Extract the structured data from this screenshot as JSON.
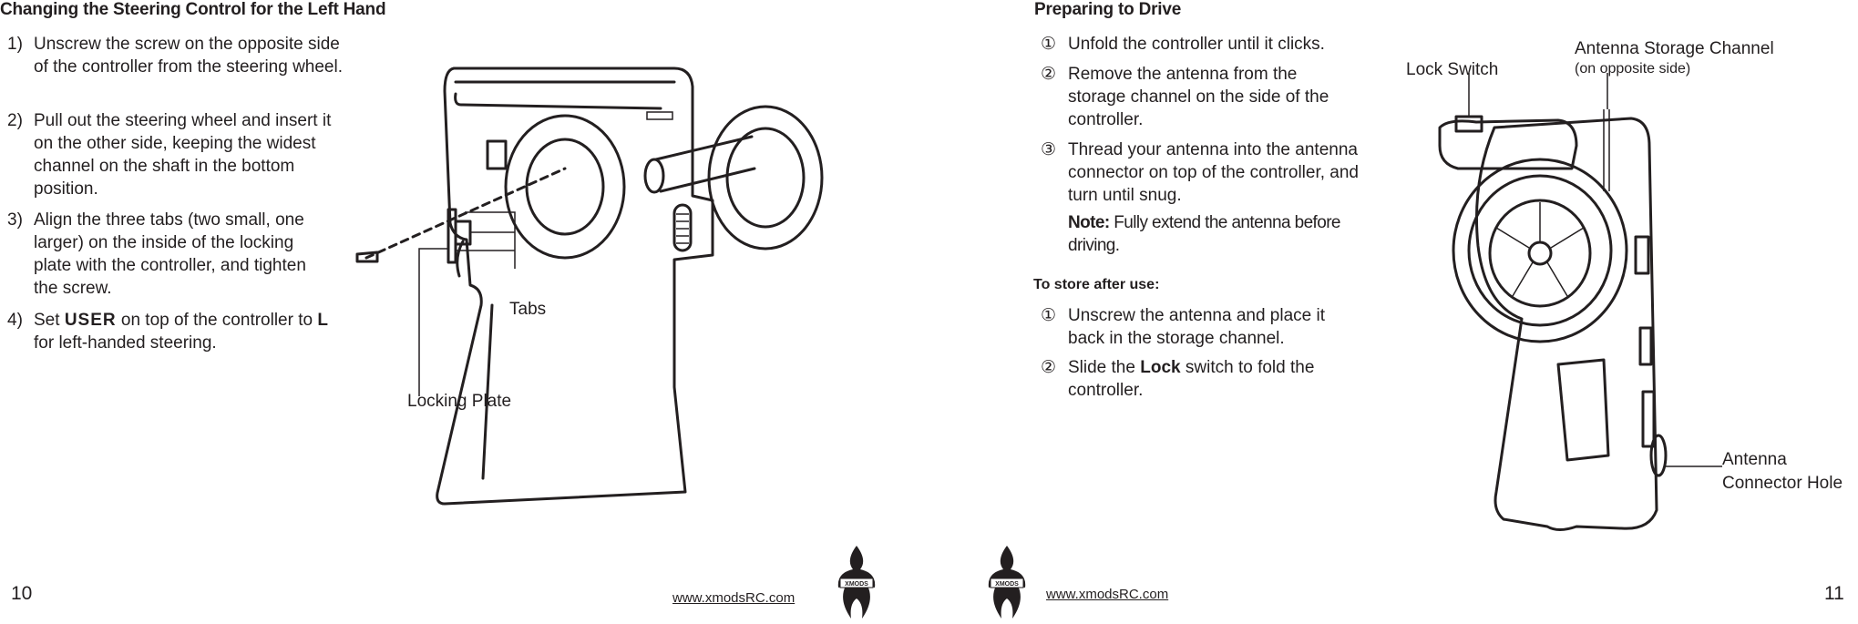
{
  "left_page": {
    "heading": "Changing the Steering Control for the Left Hand",
    "steps": [
      {
        "num": "1)",
        "text": "Unscrew the screw on the opposite side of the controller from the steering wheel."
      },
      {
        "num": "2)",
        "text": "Pull out the steering wheel and insert it on the other side, keeping the widest channel on the shaft in the bottom position."
      },
      {
        "num": "3)",
        "text": "Align the three tabs (two small, one larger) on the inside of the locking plate with the controller, and tighten the screw."
      },
      {
        "num": "4)",
        "pre": "Set ",
        "kw1": "USER",
        "mid": " on top of the controller to ",
        "kw2": "L",
        "post": " for left-handed steering."
      }
    ],
    "callouts": {
      "tabs": "Tabs",
      "locking_plate": "Locking Plate"
    },
    "page_number": "10",
    "url": "www.xmodsRC.com"
  },
  "right_page": {
    "heading": "Preparing to Drive",
    "steps": [
      {
        "num": "①",
        "text": "Unfold the controller until it clicks."
      },
      {
        "num": "②",
        "text": "Remove the antenna from the storage channel on the side of the controller."
      },
      {
        "num": "③",
        "text": "Thread your antenna into the antenna connector on top of the controller, and turn until snug."
      }
    ],
    "note_label": "Note:",
    "note_text": " Fully extend the antenna before driving.",
    "store_heading": "To store after use:",
    "store_steps": [
      {
        "num": "①",
        "text": "Unscrew the antenna and place it back in the storage channel."
      },
      {
        "num": "②",
        "pre": "Slide the ",
        "kw": "Lock",
        "post": " switch to fold the controller."
      }
    ],
    "callouts": {
      "lock_switch": "Lock Switch",
      "antenna_storage": "Antenna Storage Channel",
      "antenna_storage_sub": "(on opposite side)",
      "antenna_connector_1": "Antenna",
      "antenna_connector_2": "Connector Hole"
    },
    "page_number": "11",
    "url": "www.xmodsRC.com"
  },
  "logo": {
    "text": "XMODS"
  }
}
